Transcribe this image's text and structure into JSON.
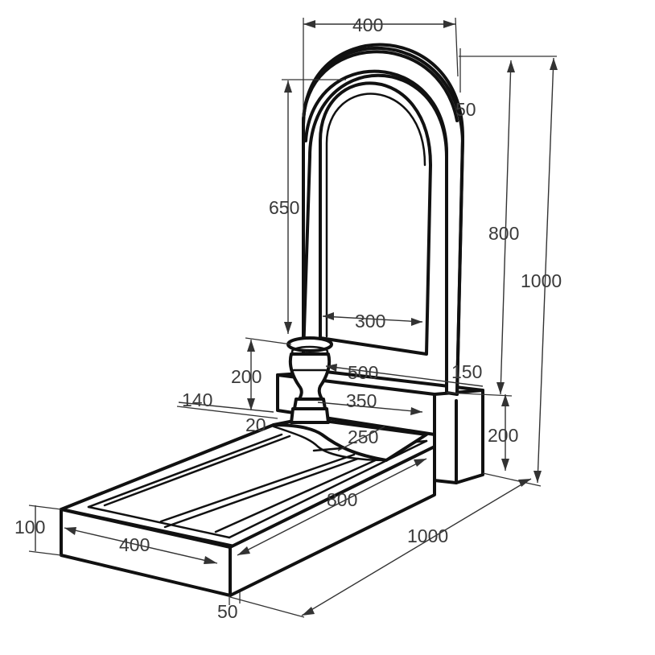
{
  "diagram": {
    "dimensions": {
      "stele_width": "400",
      "arch_offset": "50",
      "inner_height": "650",
      "stele_height": "800",
      "total_height": "1000",
      "inner_width": "300",
      "vase_height": "200",
      "pedestal_length": "500",
      "pedestal_depth": "150",
      "slab_offset": "140",
      "slab_length": "350",
      "slab_gap": "20",
      "slab_width": "250",
      "pedestal_height": "200",
      "border_height": "100",
      "border_width": "400",
      "border_length": "800",
      "total_length": "1000",
      "border_thickness": "50"
    }
  }
}
